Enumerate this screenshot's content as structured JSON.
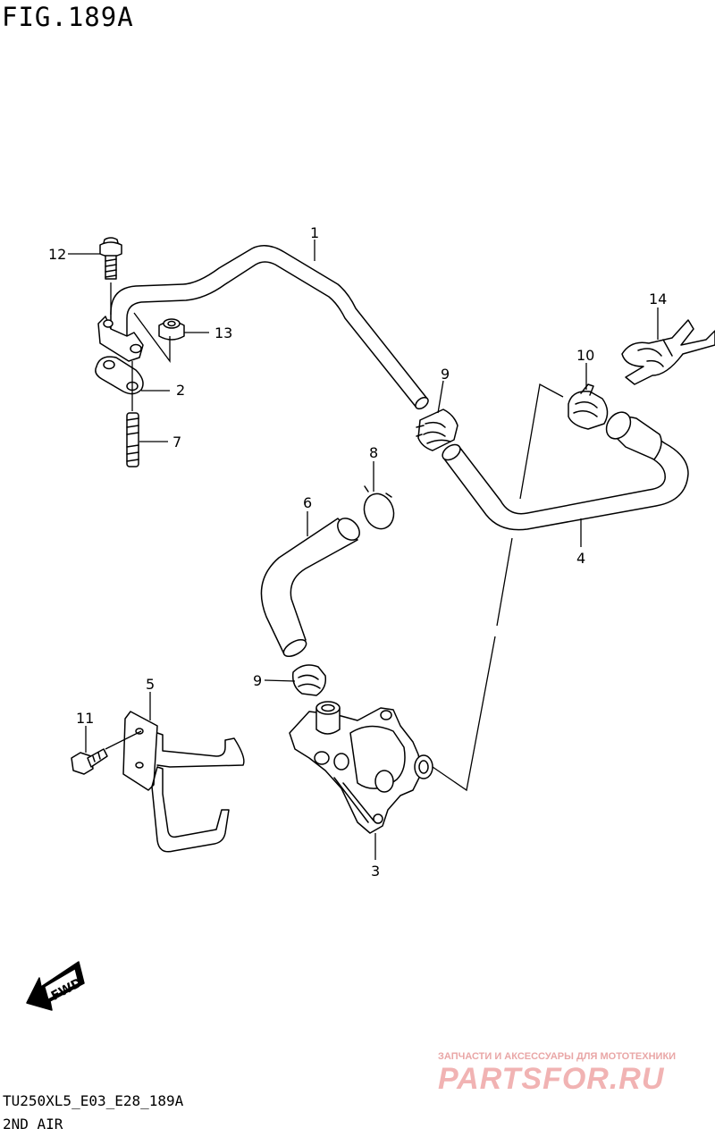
{
  "figure_title": "FIG.189A",
  "model_code": "TU250XL5_E03_E28_189A",
  "section_name": "2ND AIR",
  "fwd_label": "FWD",
  "callouts": [
    "1",
    "2",
    "3",
    "4",
    "5",
    "6",
    "7",
    "8",
    "9",
    "9",
    "10",
    "11",
    "12",
    "13",
    "14"
  ],
  "watermark": {
    "tagline": "ЗАПЧАСТИ И АКСЕССУАРЫ ДЛЯ МОТОТЕХНИКИ",
    "logo": "PARTSFOR.RU"
  },
  "colors": {
    "ink": "#000000",
    "paper": "#ffffff",
    "watermark": "#f1b3b3"
  }
}
